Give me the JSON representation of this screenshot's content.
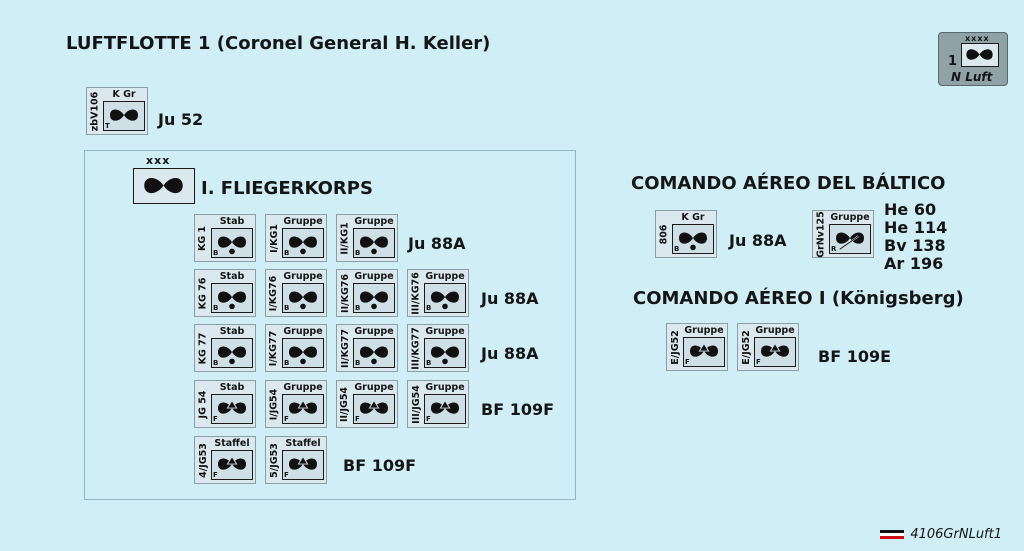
{
  "header": {
    "title": "LUFTFLOTTE 1 (Coronel General H. Keller)"
  },
  "army_counter": {
    "number": "1",
    "echelon": "xxxx",
    "name": "N Luft"
  },
  "transport": {
    "unit": {
      "side": "zbV106",
      "top": "K Gr",
      "corner": "T"
    },
    "aircraft": "Ju 52"
  },
  "corps": {
    "echelon": "xxx",
    "name": "I. FLIEGERKORPS"
  },
  "corps_rows": [
    {
      "aircraft": "Ju 88A",
      "units": [
        {
          "side": "KG 1",
          "top": "Stab",
          "corner": "B",
          "type": "bomber"
        },
        {
          "side": "I/KG1",
          "top": "Gruppe",
          "corner": "B",
          "type": "bomber"
        },
        {
          "side": "II/KG1",
          "top": "Gruppe",
          "corner": "B",
          "type": "bomber"
        }
      ]
    },
    {
      "aircraft": "Ju 88A",
      "units": [
        {
          "side": "KG 76",
          "top": "Stab",
          "corner": "B",
          "type": "bomber"
        },
        {
          "side": "I/KG76",
          "top": "Gruppe",
          "corner": "B",
          "type": "bomber"
        },
        {
          "side": "II/KG76",
          "top": "Gruppe",
          "corner": "B",
          "type": "bomber"
        },
        {
          "side": "III/KG76",
          "top": "Gruppe",
          "corner": "B",
          "type": "bomber"
        }
      ]
    },
    {
      "aircraft": "Ju 88A",
      "units": [
        {
          "side": "KG 77",
          "top": "Stab",
          "corner": "B",
          "type": "bomber"
        },
        {
          "side": "I/KG77",
          "top": "Gruppe",
          "corner": "B",
          "type": "bomber"
        },
        {
          "side": "II/KG77",
          "top": "Gruppe",
          "corner": "B",
          "type": "bomber"
        },
        {
          "side": "III/KG77",
          "top": "Gruppe",
          "corner": "B",
          "type": "bomber"
        }
      ]
    },
    {
      "aircraft": "BF 109F",
      "units": [
        {
          "side": "JG 54",
          "top": "Stab",
          "corner": "F",
          "type": "fighter"
        },
        {
          "side": "I/JG54",
          "top": "Gruppe",
          "corner": "F",
          "type": "fighter"
        },
        {
          "side": "II/JG54",
          "top": "Gruppe",
          "corner": "F",
          "type": "fighter"
        },
        {
          "side": "III/JG54",
          "top": "Gruppe",
          "corner": "F",
          "type": "fighter"
        }
      ]
    },
    {
      "aircraft": "BF 109F",
      "units": [
        {
          "side": "4/JG53",
          "top": "Staffel",
          "corner": "F",
          "type": "fighter"
        },
        {
          "side": "5/JG53",
          "top": "Staffel",
          "corner": "F",
          "type": "fighter"
        }
      ]
    }
  ],
  "baltic": {
    "title": "COMANDO AÉREO DEL BÁLTICO",
    "unit1": {
      "side": "806",
      "top": "K Gr",
      "corner": "B",
      "type": "bomber"
    },
    "aircraft1": "Ju 88A",
    "unit2": {
      "side": "GrNv125",
      "top": "Gruppe",
      "corner": "R",
      "type": "recon"
    },
    "aircraft2": [
      "He 60",
      "He 114",
      "Bv 138",
      "Ar 196"
    ]
  },
  "konigsberg": {
    "title": "COMANDO AÉREO I (Königsberg)",
    "units": [
      {
        "side": "E/JG52",
        "top": "Gruppe",
        "corner": "F",
        "type": "fighter"
      },
      {
        "side": "E/JG52",
        "top": "Gruppe",
        "corner": "F",
        "type": "fighter"
      }
    ],
    "aircraft": "BF 109E"
  },
  "footer": {
    "code": "4106GrNLuft1",
    "flag_colors": [
      "#111111",
      "#ffffff",
      "#d01010"
    ]
  }
}
